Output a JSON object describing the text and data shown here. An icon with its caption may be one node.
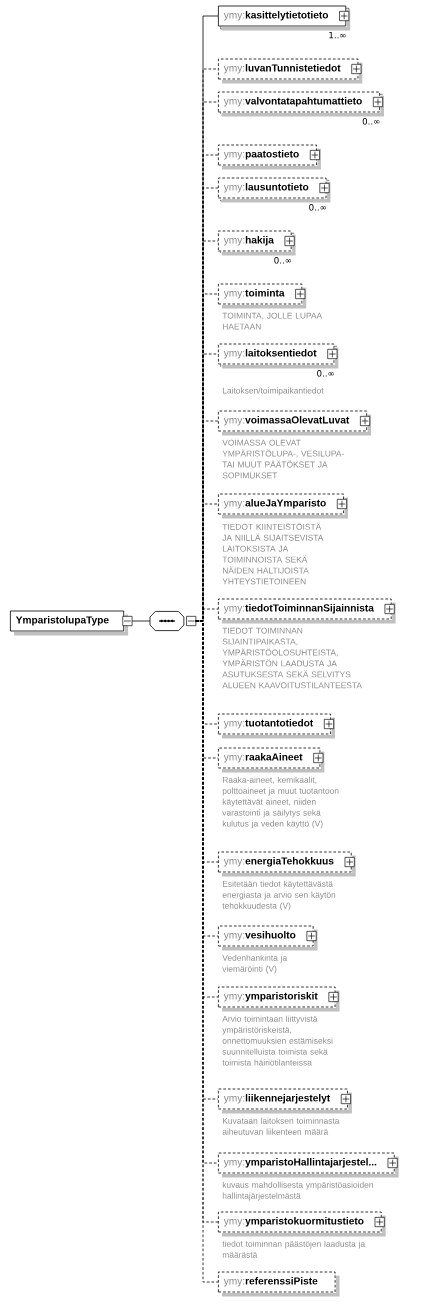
{
  "diagram": {
    "nodes": [
      {
        "text": [
          "YmparistolupaType"
        ]
      },
      {
        "text": [],
        "shape": "octagon"
      },
      {
        "text": [
          "ymy:**kasittelytietotieto**"
        ],
        "beside": [
          "1..∞"
        ]
      },
      {
        "text": [
          "ymy:**luvanTunnistetiedot**"
        ]
      },
      {
        "text": [
          "ymy:**valvontatapahtumattieto**"
        ],
        "beside": [
          "0..∞"
        ]
      },
      {
        "text": [
          "ymy:**paatostieto**"
        ]
      },
      {
        "text": [
          "ymy:**lausuntotieto**"
        ],
        "beside": [
          "0..∞"
        ]
      },
      {
        "text": [
          "ymy:**hakija**"
        ],
        "beside": [
          "0..∞"
        ]
      },
      {
        "text": [
          "ymy:**toiminta**"
        ],
        "beside": [
          "TOIMINTA, JOLLE LUPAA HAETAAN"
        ]
      },
      {
        "text": [
          "ymy:**laitoksentiedot**"
        ],
        "beside": [
          "0..∞",
          "Laitoksen/toimipaikantiedot"
        ]
      },
      {
        "text": [
          "ymy:**voimassaOlevatLuvat**"
        ],
        "beside": [
          "VOIMASSA OLEVAT YMPÄRISTÖLUPA-, VESILUPA- TAI MUUT PÄÄTÖKSET JA SOPIMUKSET"
        ]
      },
      {
        "text": [
          "ymy:**alueJaYmparisto**"
        ],
        "beside": [
          "TIEDOT KIINTEISTÖISTÄ JA NIILLÄ SIJAITSEVISTA LAITOKSISTA JA TOIMINNOISTA SEKÄ NÄIDEN HALTIJOISTA YHTEYSTIETOINEEN"
        ]
      },
      {
        "text": [
          "ymy:**tiedotToiminnanSijainnista**"
        ],
        "beside": [
          "TIEDOT TOIMINNAN SIJAINTIPAIKASTA, YMPÄRISTÖOLOSUHTEISTA, YMPÄRISTÖN LAADUSTA JA ASUTUKSESTA SEKÄ SELVITYS ALUEEN KAAVOITUSTILANTEESTA"
        ]
      },
      {
        "text": [
          "ymy:**tuotantotiedot**"
        ]
      },
      {
        "text": [
          "ymy:**raakaAineet**"
        ],
        "beside": [
          "Raaka-aineet, kemikaalit, polttoaineet ja muut tuotantoon käytettävät aineet, niiden varastointi ja säilytys sekä kulutus ja veden käyttö (V)"
        ]
      },
      {
        "text": [
          "ymy:**energiaTehokkuus**"
        ],
        "beside": [
          "Esitetään tiedot käytettävästä energiasta ja arvio sen käytön tehokkuudesta (V)"
        ]
      },
      {
        "text": [
          "ymy:**vesihuolto**"
        ],
        "beside": [
          "Vedenhankinta ja viemäröinti (V)"
        ]
      },
      {
        "text": [
          "ymy:**ymparistoriskit**"
        ],
        "beside": [
          "Arvio toimintaan liittyvistä ympäristöriskeistä, onnettomuuksien estämiseksi suunnitelluista toimista sekä toimista häiriötilanteissa"
        ]
      },
      {
        "text": [
          "ymy:**liikennejarjestelyt**"
        ],
        "beside": [
          "Kuvataan laitoksen toiminnasta aiheutuvan liikenteen määrä"
        ]
      },
      {
        "text": [
          "ymy:**ymparistoHallintajarjestel...**"
        ],
        "beside": [
          "kuvaus mahdollisesta ympäristöasioiden hallintajärjestelmästä"
        ]
      },
      {
        "text": [
          "ymy:**ymparistokuormitustieto**"
        ],
        "beside": [
          "tiedot toiminnan päästöjen laadusta ja määrästä"
        ]
      },
      {
        "text": [
          "ymy:**referenssiPiste**"
        ]
      }
    ],
    "edges": [
      {
        "from": 0,
        "to": 1,
        "arrow": "none"
      },
      {
        "from": 1,
        "to": 2,
        "arrow": "none"
      },
      {
        "from": 1,
        "to": 3,
        "arrow": "none",
        "style": "dashed"
      },
      {
        "from": 1,
        "to": 4,
        "arrow": "none",
        "style": "dashed"
      },
      {
        "from": 1,
        "to": 5,
        "arrow": "none",
        "style": "dashed"
      },
      {
        "from": 1,
        "to": 6,
        "arrow": "none",
        "style": "dashed"
      },
      {
        "from": 1,
        "to": 7,
        "arrow": "none",
        "style": "dashed"
      },
      {
        "from": 1,
        "to": 8,
        "arrow": "none",
        "style": "dashed"
      },
      {
        "from": 1,
        "to": 9,
        "arrow": "none",
        "style": "dashed"
      },
      {
        "from": 1,
        "to": 10,
        "arrow": "none",
        "style": "dashed"
      },
      {
        "from": 1,
        "to": 11,
        "arrow": "none",
        "style": "dashed"
      },
      {
        "from": 1,
        "to": 12,
        "arrow": "none",
        "style": "dashed"
      },
      {
        "from": 1,
        "to": 13,
        "arrow": "none",
        "style": "dashed"
      },
      {
        "from": 1,
        "to": 14,
        "arrow": "none",
        "style": "dashed"
      },
      {
        "from": 1,
        "to": 15,
        "arrow": "none",
        "style": "dashed"
      },
      {
        "from": 1,
        "to": 16,
        "arrow": "none",
        "style": "dashed"
      },
      {
        "from": 1,
        "to": 17,
        "arrow": "none",
        "style": "dashed"
      },
      {
        "from": 1,
        "to": 18,
        "arrow": "none",
        "style": "dashed"
      },
      {
        "from": 1,
        "to": 19,
        "arrow": "none",
        "style": "dashed"
      },
      {
        "from": 1,
        "to": 20,
        "arrow": "none",
        "style": "dashed"
      },
      {
        "from": 1,
        "to": 21,
        "arrow": "none",
        "style": "dashed"
      }
    ]
  }
}
